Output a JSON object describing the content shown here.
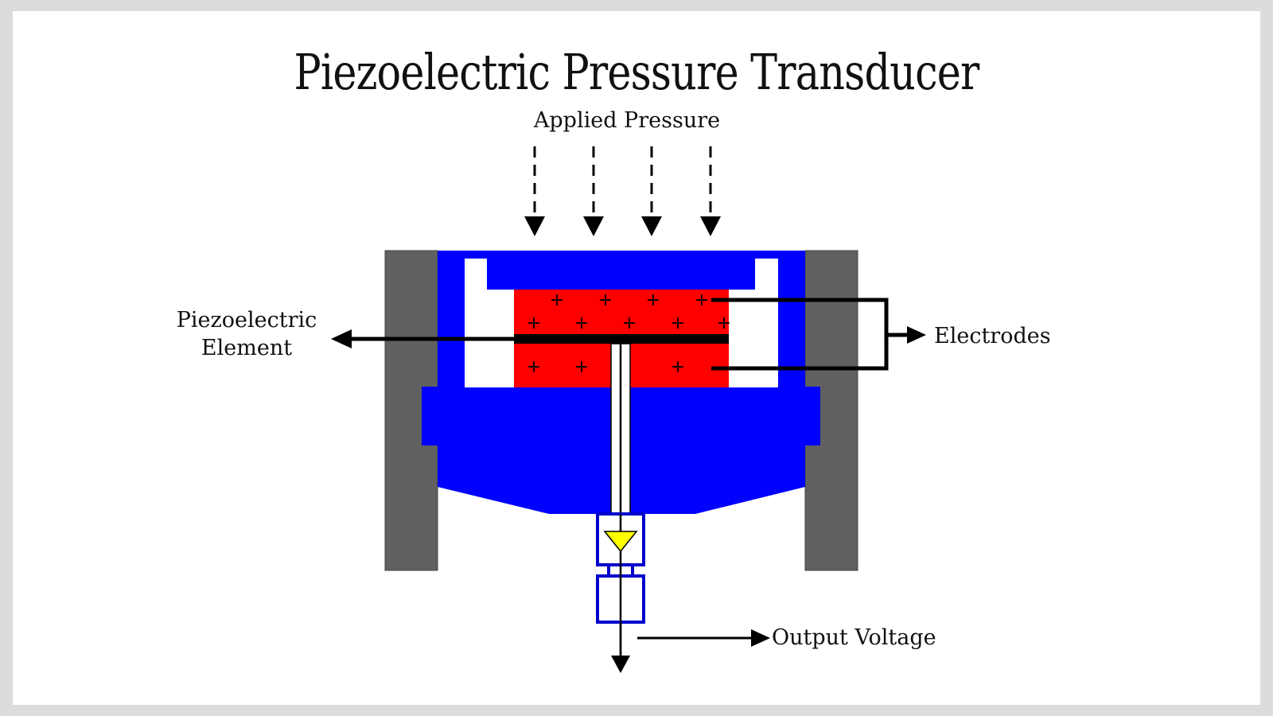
{
  "title": "Piezoelectric Pressure Transducer",
  "labels": {
    "applied_pressure": "Applied Pressure",
    "piezo_line1": "Piezoelectric",
    "piezo_line2": "Element",
    "electrodes": "Electrodes",
    "output_voltage": "Output Voltage"
  },
  "colors": {
    "housing": "#606060",
    "body": "#0000ff",
    "crystal": "#ff0000",
    "connector": "#ffff00",
    "background": "#ffffff",
    "frame": "#dcdcdc"
  },
  "charge_symbol": "+"
}
